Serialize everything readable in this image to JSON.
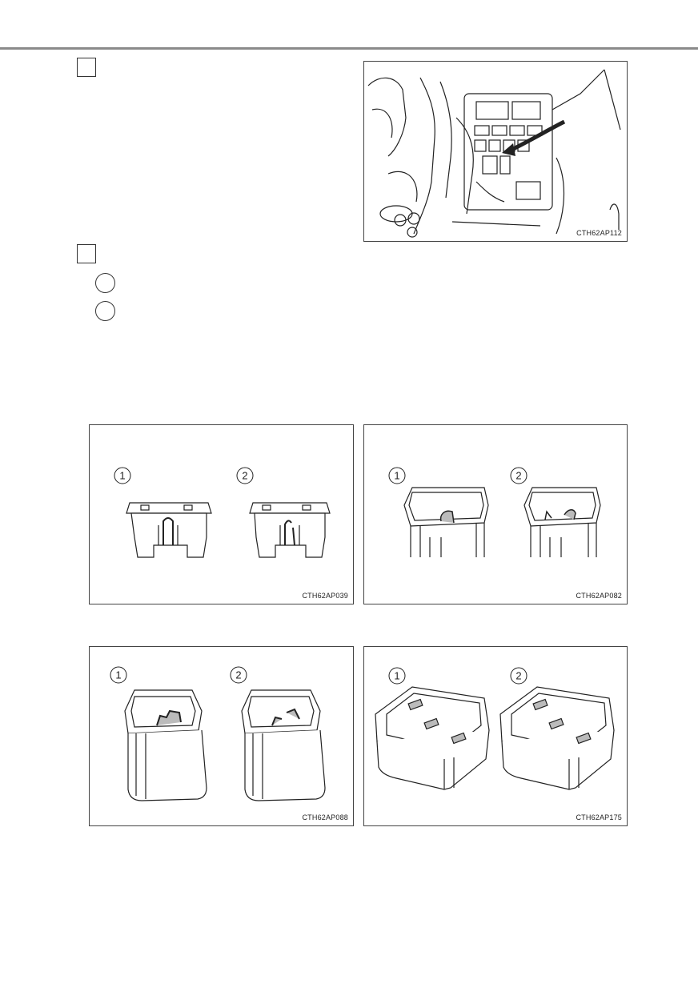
{
  "figures": {
    "engine_bay": {
      "code": "CTH62AP112"
    },
    "mini_fuse": {
      "code": "CTH62AP039",
      "labels": [
        "1",
        "2"
      ]
    },
    "cartridge_fuse_small": {
      "code": "CTH62AP082",
      "labels": [
        "1",
        "2"
      ]
    },
    "cartridge_fuse_large": {
      "code": "CTH62AP088",
      "labels": [
        "1",
        "2"
      ]
    },
    "block_fuse": {
      "code": "CTH62AP175",
      "labels": [
        "1",
        "2"
      ]
    }
  }
}
